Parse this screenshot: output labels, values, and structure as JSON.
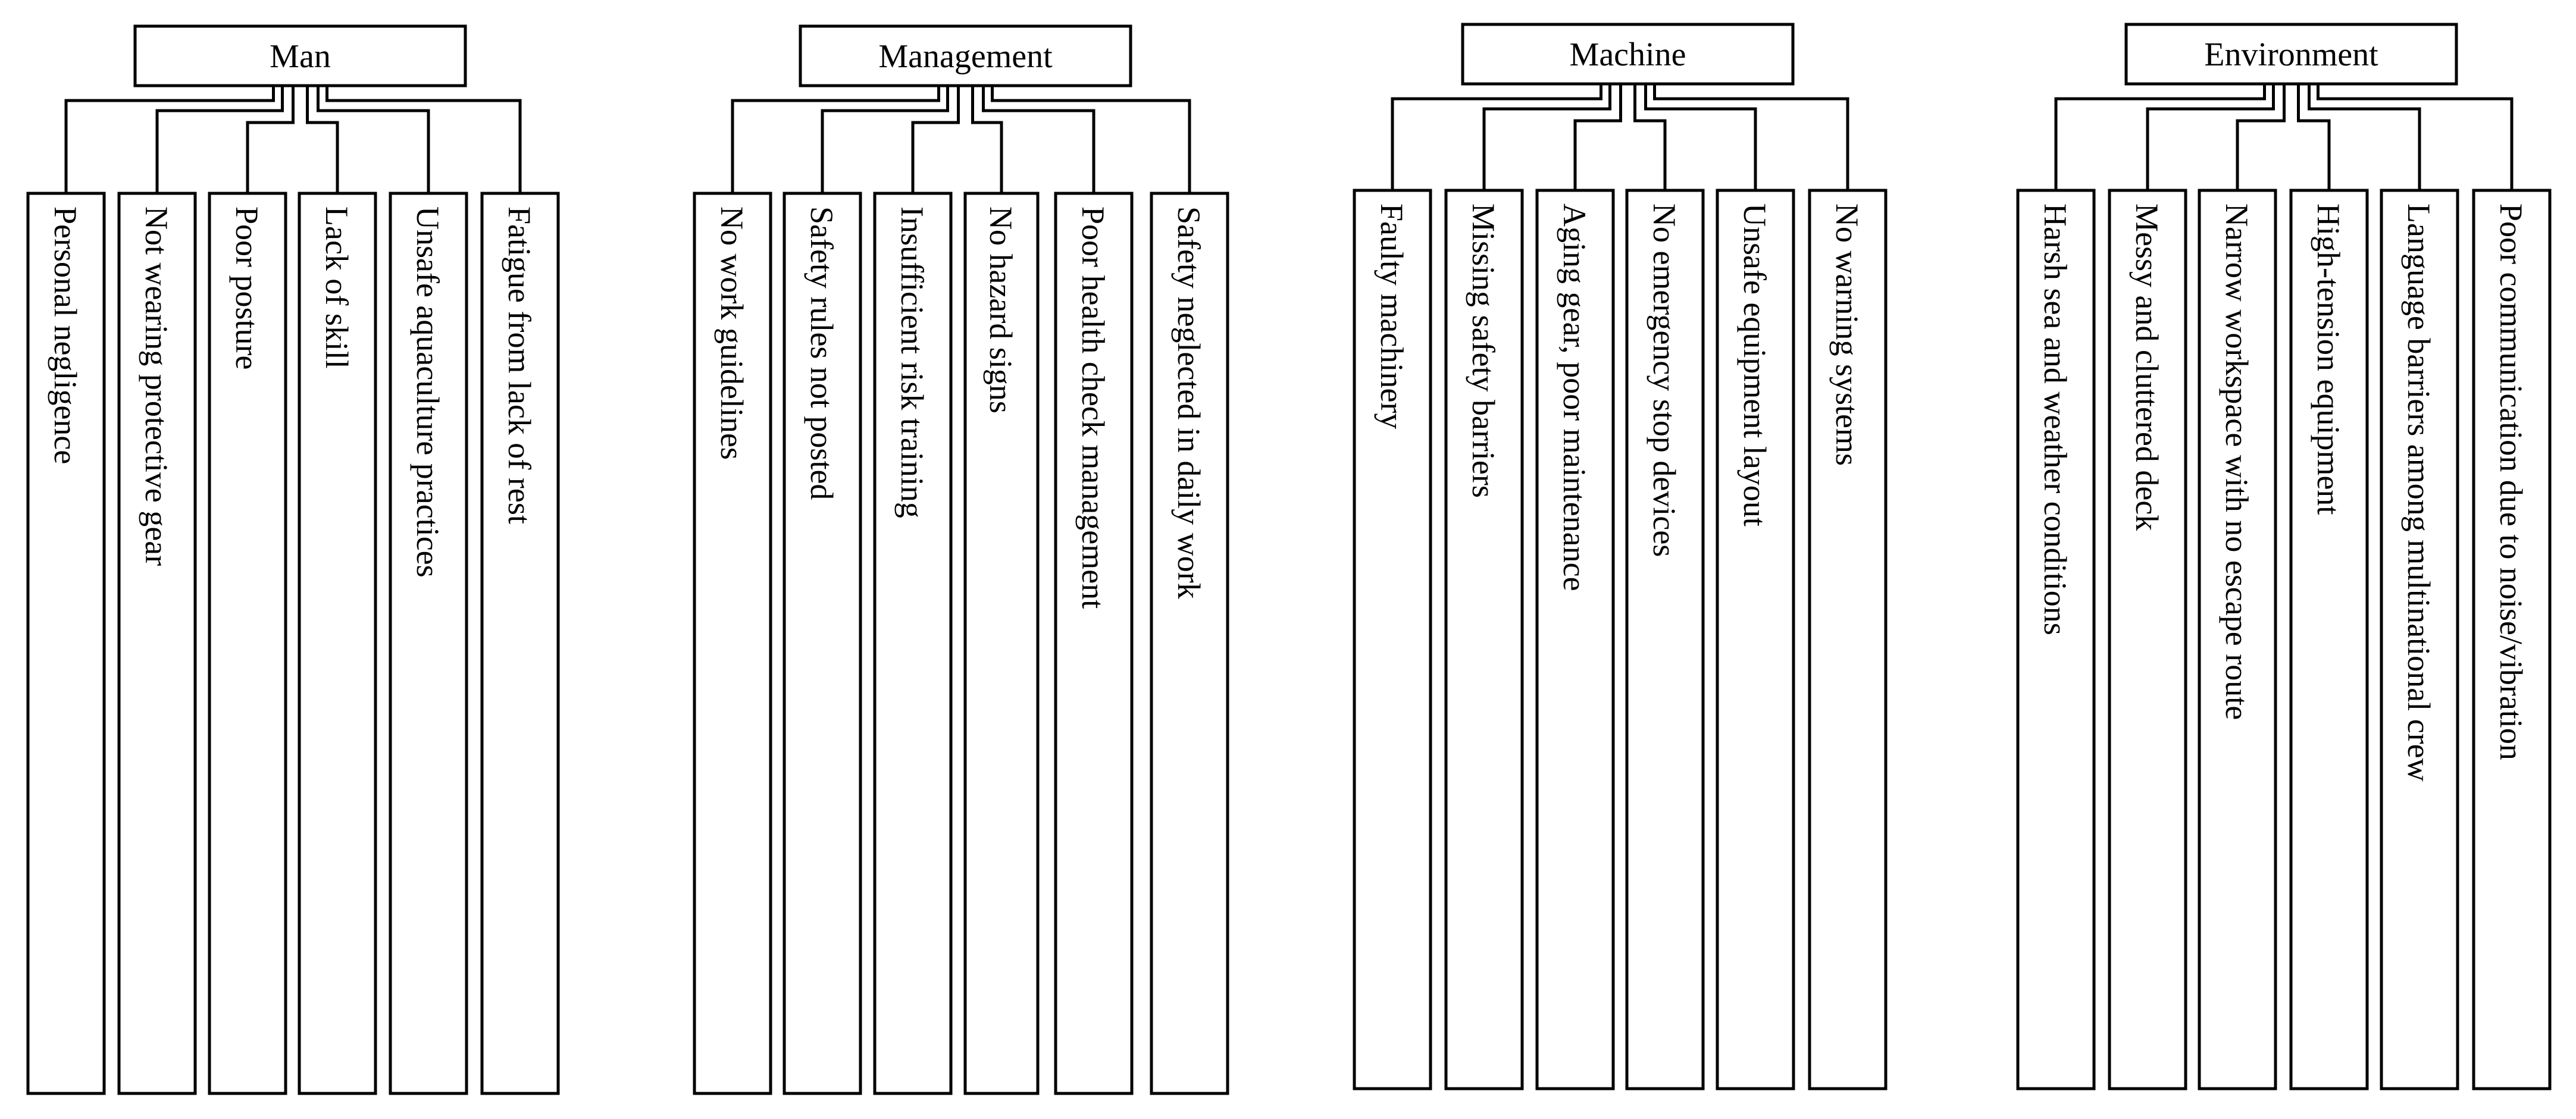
{
  "categories": [
    {
      "title": "Man",
      "items": [
        "Personal negligence",
        "Not wearing protective gear",
        "Poor posture",
        "Lack of skill",
        "Unsafe aquaculture practices",
        "Fatigue from lack of rest"
      ]
    },
    {
      "title": "Management",
      "items": [
        "No work guidelines",
        "Safety rules not posted",
        "Insufficient risk training",
        "No hazard signs",
        "Poor health check management",
        "Safety neglected in daily work"
      ]
    },
    {
      "title": "Machine",
      "items": [
        "Faulty machinery",
        "Missing safety barriers",
        "Aging gear, poor maintenance",
        "No emergency stop devices",
        "Unsafe equipment layout",
        "No warning systems"
      ]
    },
    {
      "title": "Environment",
      "items": [
        "Harsh sea and weather conditions",
        "Messy and cluttered deck",
        "Narrow workspace with no escape route",
        "High-tension equipment",
        "Language barriers among multinational crew",
        "Poor communication due to noise/vibration"
      ]
    }
  ]
}
